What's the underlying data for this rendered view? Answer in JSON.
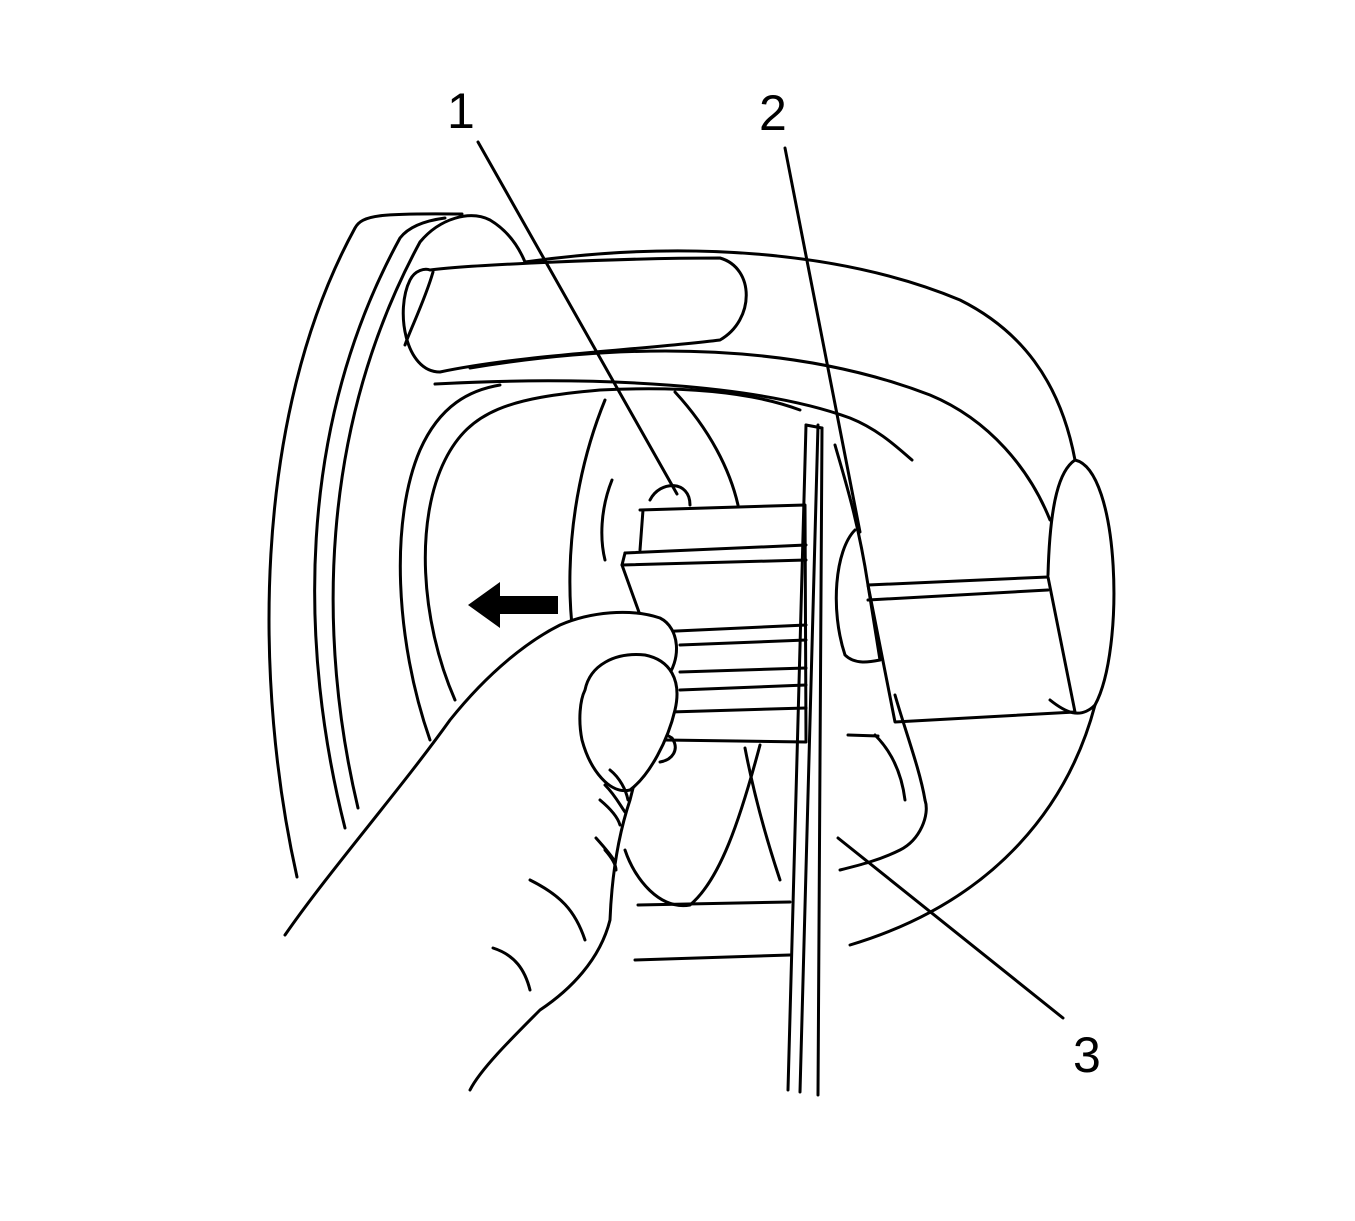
{
  "callouts": [
    {
      "id": "1",
      "label": "1"
    },
    {
      "id": "2",
      "label": "2"
    },
    {
      "id": "3",
      "label": "3"
    }
  ],
  "direction_arrow": {
    "direction": "left",
    "icon": "arrow-left-icon"
  },
  "colors": {
    "line": "#000000",
    "background": "#ffffff"
  }
}
